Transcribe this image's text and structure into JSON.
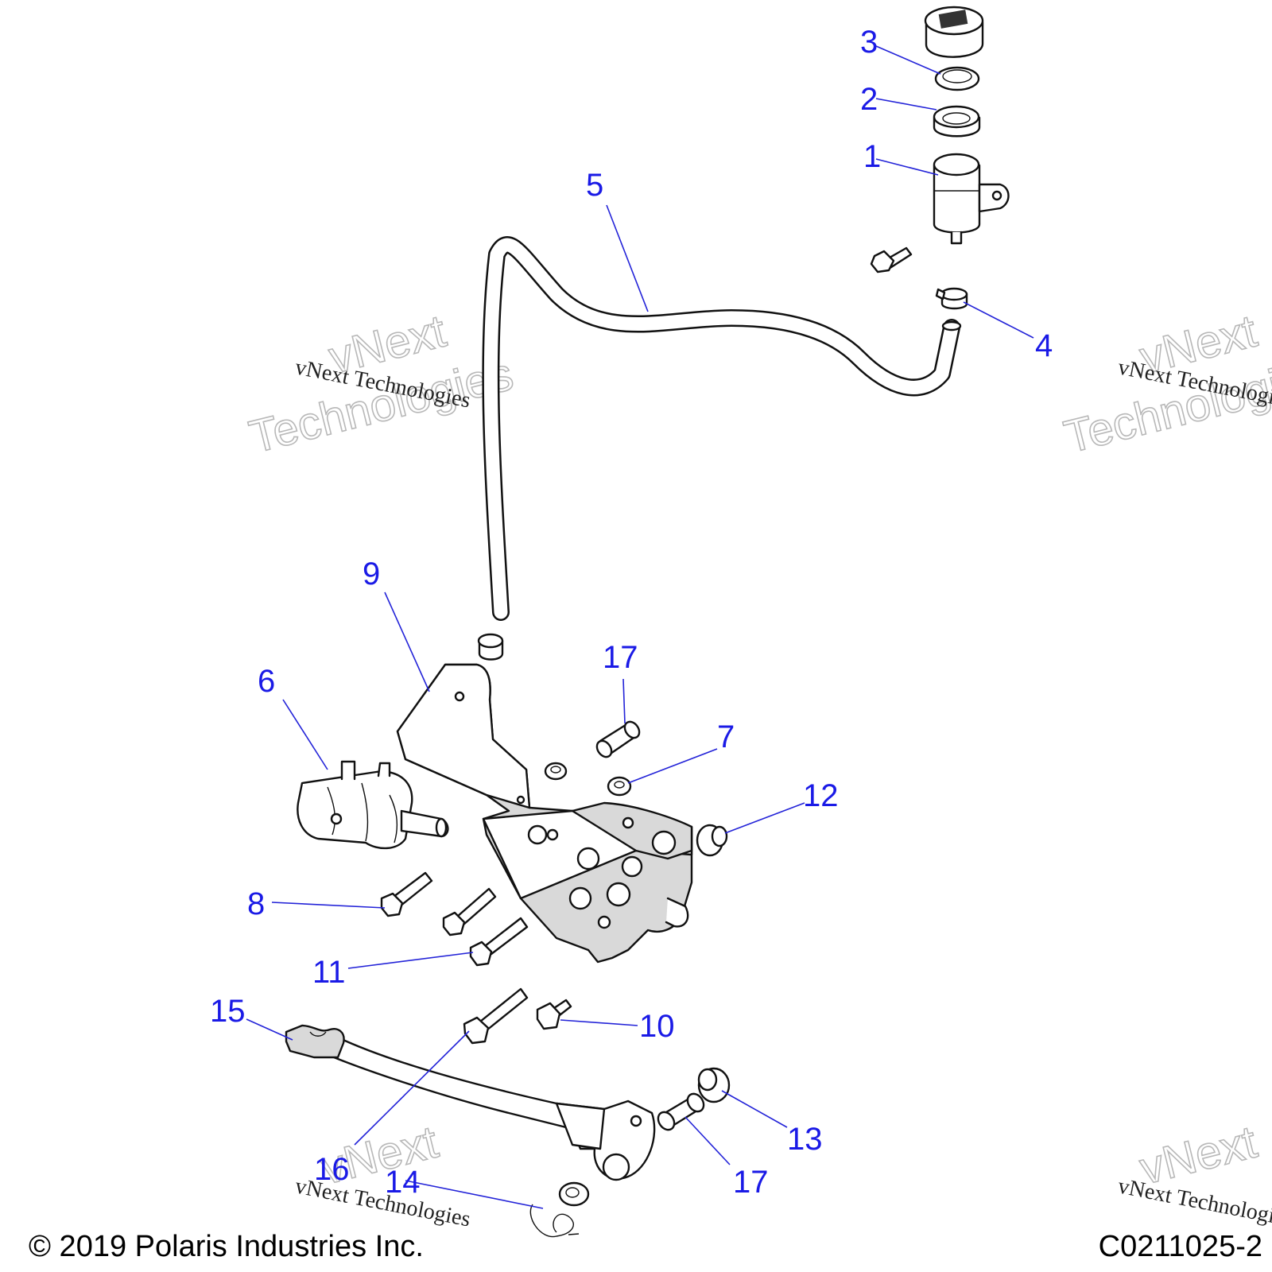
{
  "callouts": {
    "c1": "1",
    "c2": "2",
    "c3": "3",
    "c4": "4",
    "c5": "5",
    "c6": "6",
    "c7": "7",
    "c8": "8",
    "c9": "9",
    "c10": "10",
    "c11": "11",
    "c12": "12",
    "c13": "13",
    "c14": "14",
    "c15": "15",
    "c16": "16",
    "c17a": "17",
    "c17b": "17"
  },
  "watermark": {
    "line": "vNext Technologies",
    "big_top": "vNext",
    "big_bottom": "Technologies"
  },
  "footer": {
    "copyright": "© 2019 Polaris Industries Inc.",
    "code": "C0211025-2"
  },
  "colors": {
    "callout": "#1a1ae6",
    "leader": "#2323d8"
  }
}
